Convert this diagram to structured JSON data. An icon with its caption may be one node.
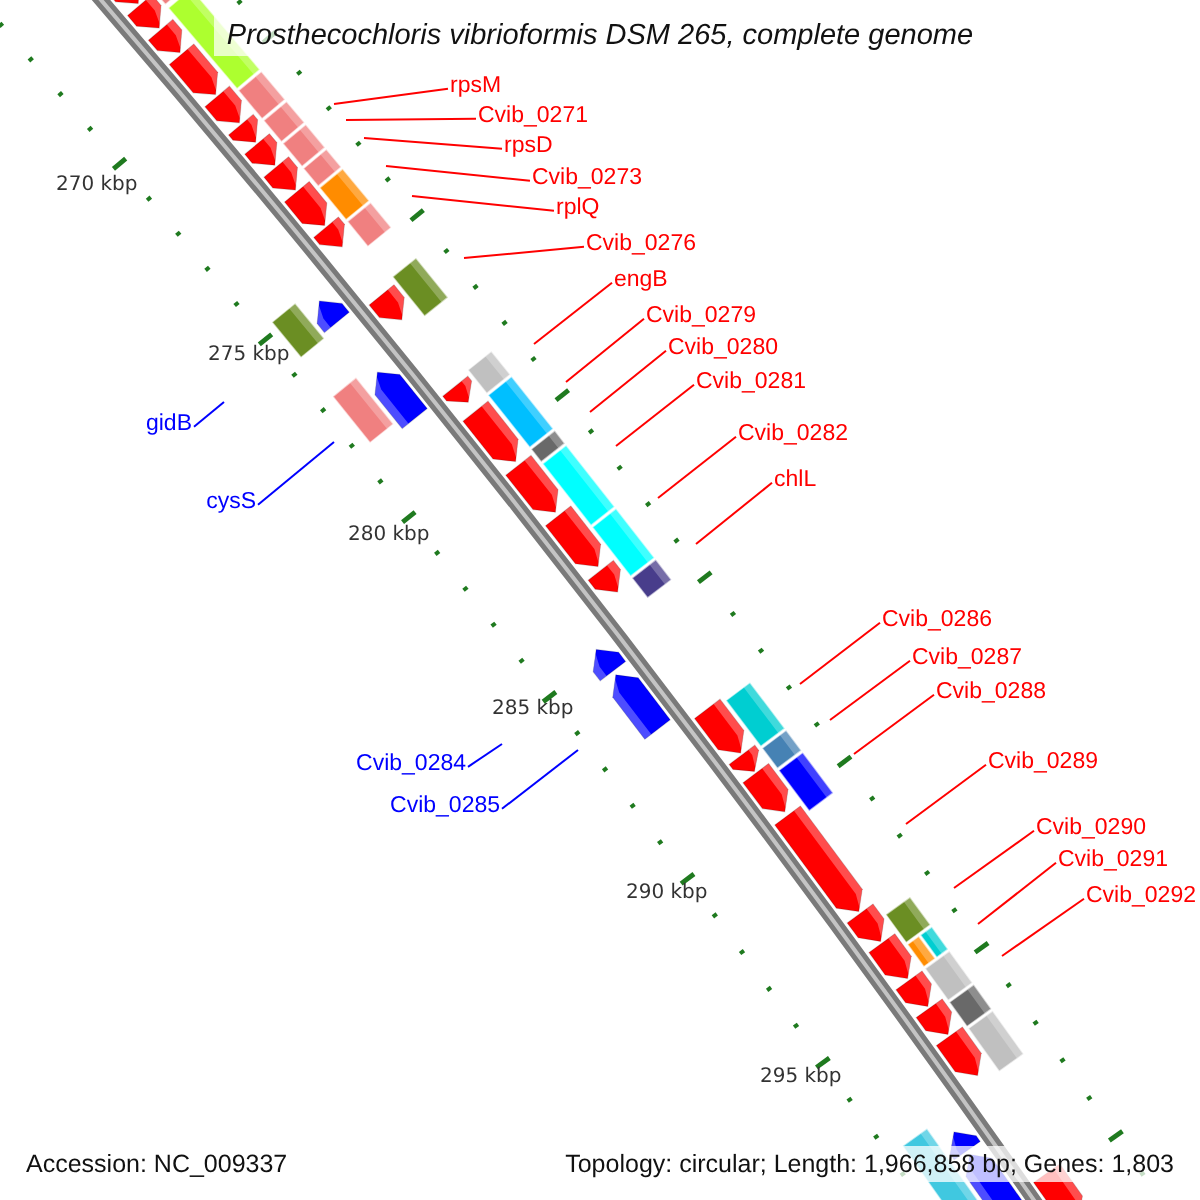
{
  "diagram": {
    "title": "Prosthecochloris vibrioformis DSM 265, complete genome",
    "nodes": [
      {
        "text": [
          "rpsM"
        ]
      },
      {
        "text": [
          "Cvib_0271"
        ]
      },
      {
        "text": [
          "rpsD"
        ]
      },
      {
        "text": [
          "Cvib_0273"
        ]
      },
      {
        "text": [
          "rplQ"
        ]
      },
      {
        "text": [
          "Cvib_0276"
        ]
      },
      {
        "text": [
          "engB"
        ]
      },
      {
        "text": [
          "Cvib_0279"
        ]
      },
      {
        "text": [
          "Cvib_0280"
        ]
      },
      {
        "text": [
          "Cvib_0281"
        ]
      },
      {
        "text": [
          "gidB"
        ]
      },
      {
        "text": [
          "Cvib_0282"
        ]
      },
      {
        "text": [
          "chlL"
        ]
      },
      {
        "text": [
          "cysS"
        ]
      },
      {
        "text": [
          "Cvib_0286"
        ]
      },
      {
        "text": [
          "Cvib_0287"
        ]
      },
      {
        "text": [
          "Cvib_0288"
        ]
      },
      {
        "text": [
          "Cvib_0289"
        ]
      },
      {
        "text": [
          "Cvib_0284"
        ]
      },
      {
        "text": [
          "Cvib_0285"
        ]
      },
      {
        "text": [
          "Cvib_0290"
        ]
      },
      {
        "text": [
          "Cvib_0291"
        ]
      },
      {
        "text": [
          "Cvib_0292"
        ]
      }
    ],
    "edges": [
      {
        "from": 0,
        "to": null,
        "arrow": "none"
      },
      {
        "from": 1,
        "to": null,
        "arrow": "none"
      },
      {
        "from": 2,
        "to": null,
        "arrow": "none"
      },
      {
        "from": 3,
        "to": null,
        "arrow": "none"
      },
      {
        "from": 4,
        "to": null,
        "arrow": "none"
      },
      {
        "from": 5,
        "to": null,
        "arrow": "none"
      },
      {
        "from": 6,
        "to": null,
        "arrow": "none"
      },
      {
        "from": 7,
        "to": null,
        "arrow": "none"
      },
      {
        "from": 8,
        "to": null,
        "arrow": "none"
      },
      {
        "from": 9,
        "to": null,
        "arrow": "none"
      },
      {
        "from": 10,
        "to": null,
        "arrow": "none",
        "color": "#0000ff"
      },
      {
        "from": 11,
        "to": null,
        "arrow": "none"
      },
      {
        "from": 12,
        "to": null,
        "arrow": "none"
      },
      {
        "from": 13,
        "to": null,
        "arrow": "none",
        "color": "#0000ff"
      },
      {
        "from": 14,
        "to": null,
        "arrow": "none"
      },
      {
        "from": 15,
        "to": null,
        "arrow": "none"
      },
      {
        "from": 16,
        "to": null,
        "arrow": "none"
      },
      {
        "from": 17,
        "to": null,
        "arrow": "none"
      },
      {
        "from": 18,
        "to": null,
        "arrow": "none",
        "color": "#0000ff"
      },
      {
        "from": 19,
        "to": null,
        "arrow": "none",
        "color": "#0000ff"
      },
      {
        "from": 20,
        "to": null,
        "arrow": "none"
      },
      {
        "from": 21,
        "to": null,
        "arrow": "none"
      },
      {
        "from": 22,
        "to": null,
        "arrow": "none"
      }
    ],
    "labels": [
      "270 kbp",
      "275 kbp",
      "280 kbp",
      "285 kbp",
      "290 kbp",
      "295 kbp",
      "Accession: NC_009337",
      "Topology: circular; Length: 1,966,858 bp; Genes: 1,803"
    ]
  }
}
